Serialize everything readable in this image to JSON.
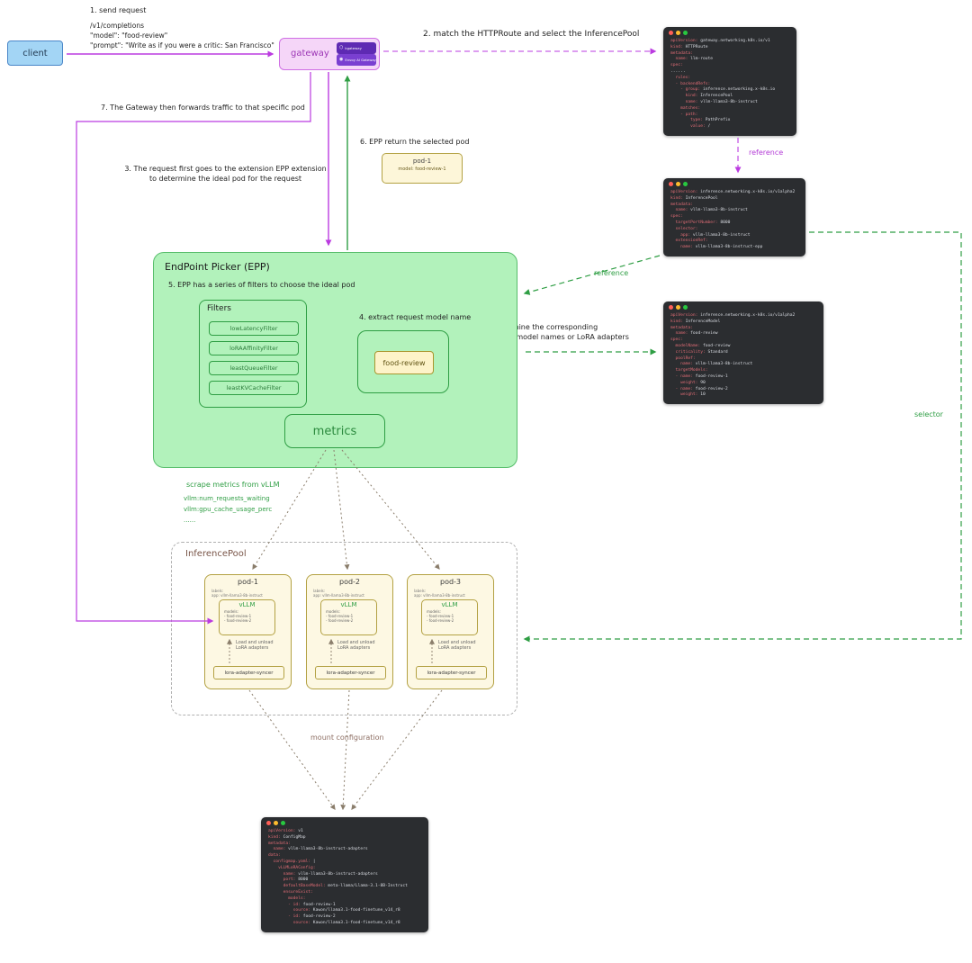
{
  "annotations": {
    "step1": "1. send request",
    "request_line1": "/v1/completions",
    "request_line2": "\"model\": \"food-review\"",
    "request_line3": "\"prompt\": \"Write as if you were a critic: San Francisco\"",
    "step2": "2. match the HTTPRoute and select the InferencePool",
    "step3_line1": "3. The request first goes to the extension EPP extension",
    "step3_line2": "to determine the ideal pod for the request",
    "step6": "6. EPP return the selected pod",
    "step7": "7. The Gateway then forwards traffic to that specific pod",
    "reference_purple": "reference",
    "reference_green": "reference",
    "selector": "selector",
    "determine_line1": "to determine the corresponding",
    "determine_line2": "backend model names or LoRA adapters",
    "scrape_title": "scrape metrics from vLLM",
    "scrape_metric1": "vllm:num_requests_waiting",
    "scrape_metric2": "vllm:gpu_cache_usage_perc",
    "scrape_more": "......",
    "mount": "mount configuration"
  },
  "client": {
    "label": "client"
  },
  "gateway": {
    "label": "gateway",
    "badge1": "kgateway",
    "badge2": "Envoy AI Gateway"
  },
  "selected_pod": {
    "title": "pod-1",
    "model": "model: food-review-1"
  },
  "epp": {
    "title": "EndPoint Picker (EPP)",
    "step5": "5. EPP has a series of filters to choose the ideal pod",
    "filters_label": "Filters",
    "filters": [
      "lowLatencyFilter",
      "loRAAffinityFilter",
      "leastQueueFilter",
      "leastKVCacheFilter"
    ],
    "step4": "4. extract request model name",
    "model_box": "food-review",
    "metrics_label": "metrics"
  },
  "inference_pool": {
    "label": "InferencePool",
    "pods": [
      {
        "title": "pod-1"
      },
      {
        "title": "pod-2"
      },
      {
        "title": "pod-3"
      }
    ],
    "pod_labels_line1": "labels:",
    "pod_labels_line2": "app: vllm-llama3-8b-instruct",
    "vllm_title": "vLLM",
    "vllm_models_line1": "models:",
    "vllm_models_line2": "- food-review-1",
    "vllm_models_line3": "- food-review-2",
    "load_line1": "Load and unload",
    "load_line2": "LoRA adapters",
    "syncer_label": "lora-adapter-syncer"
  },
  "code_blocks": {
    "httproute": {
      "lines": [
        "apiVersion: gateway.networking.k8s.io/v1",
        "kind: HTTPRoute",
        "metadata:",
        "  name: llm-route",
        "spec:",
        "......",
        "  rules:",
        "  - backendRefs:",
        "    - group: inference.networking.x-k8s.io",
        "      kind: InferencePool",
        "      name: vllm-llama3-8b-instruct",
        "    matches:",
        "    - path:",
        "        type: PathPrefix",
        "        value: /"
      ]
    },
    "inferencepool": {
      "lines": [
        "apiVersion: inference.networking.x-k8s.io/v1alpha2",
        "kind: InferencePool",
        "metadata:",
        "  name: vllm-llama3-8b-instruct",
        "spec:",
        "  targetPortNumber: 8000",
        "  selector:",
        "    app: vllm-llama3-8b-instruct",
        "  extensionRef:",
        "    name: vllm-llama3-8b-instruct-epp"
      ]
    },
    "inferencemodel": {
      "lines": [
        "apiVersion: inference.networking.x-k8s.io/v1alpha2",
        "kind: InferenceModel",
        "metadata:",
        "  name: food-review",
        "spec:",
        "  modelName: food-review",
        "  criticality: Standard",
        "  poolRef:",
        "    name: vllm-llama3-8b-instruct",
        "  targetModels:",
        "  - name: food-review-1",
        "    weight: 90",
        "  - name: food-review-2",
        "    weight: 10"
      ]
    },
    "configmap": {
      "lines": [
        "apiVersion: v1",
        "kind: ConfigMap",
        "metadata:",
        "  name: vllm-llama3-8b-instruct-adapters",
        "data:",
        "  configmap.yaml: |",
        "    vLLMLoRAConfig:",
        "      name: vllm-llama3-8b-instruct-adapters",
        "      port: 8000",
        "      defaultBaseModel: meta-llama/Llama-3.1-8B-Instruct",
        "      ensureExist:",
        "        models:",
        "        - id: food-review-1",
        "          source: Kawon/llama3.1-food-finetune_v14_r8",
        "        - id: food-review-2",
        "          source: Kawon/llama3.1-food-finetune_v14_r8"
      ]
    }
  },
  "colors": {
    "purple_arrow": "#bb3be0",
    "green_arrow": "#2f9e44",
    "olive_arrow": "#8a7d6b",
    "client_fill": "#a3d5f5",
    "gateway_fill": "#f5d6f8",
    "epp_fill": "#b2f2bb",
    "pod_fill": "#fdf8e3",
    "code_bg": "#2b2d30",
    "code_key": "#e06c75",
    "code_value": "#d7dae0"
  }
}
